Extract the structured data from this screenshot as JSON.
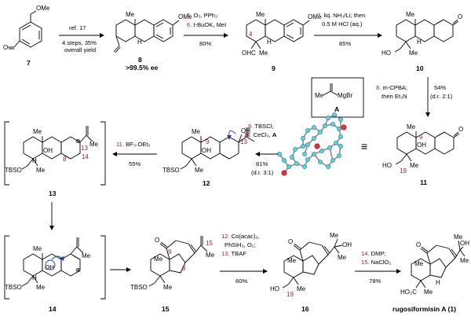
{
  "compounds": {
    "c7": {
      "label": "7"
    },
    "c8": {
      "label": "8",
      "note": ">99.5% ee"
    },
    "c9": {
      "label": "9"
    },
    "c10": {
      "label": "10"
    },
    "c11": {
      "label": "11"
    },
    "c12": {
      "label": "12"
    },
    "c13": {
      "label": "13"
    },
    "c14": {
      "label": "14"
    },
    "c15": {
      "label": "15"
    },
    "c16": {
      "label": "16"
    },
    "product": {
      "name": "rugosiformisin A (",
      "num": "1",
      "close": ")"
    }
  },
  "atoms": {
    "ome": "OMe",
    "o": "O",
    "me": "Me",
    "h": "H",
    "oh": "OH",
    "ohc": "OHC",
    "tbso": "TBSO",
    "ho": "HO",
    "ho2c": "HO₂C",
    "mgbr": "MgBr",
    "plus": "⊕"
  },
  "numbers": {
    "n4": "4",
    "n19": "19",
    "n9": "9",
    "n13": "13",
    "n14": "14",
    "n8": "8",
    "n15": "15"
  },
  "reagent_box": {
    "formula": "MgBr",
    "label": "A",
    "methyl": "Me"
  },
  "steps": {
    "s1": {
      "ref": "ref. 17",
      "detail": "4 steps, 35%",
      "detail2": "overall yield"
    },
    "s2": {
      "n5": "5.",
      "r5": " O₃, PPh₃",
      "n6": "6.",
      "r6": " t-BuOK, MeI",
      "yield": "80%"
    },
    "s3": {
      "n7": "7.",
      "r7": " liq. NH₃/Li; then",
      "r7b": "0.5 M HCl (aq.)",
      "yield": "85%"
    },
    "s4": {
      "n8": "8.",
      "r8": " m-CPBA;",
      "r8b": "then Et₃N",
      "yield": "54%",
      "dr": "(d.r. 2:1)"
    },
    "s5": {
      "n9": "9.",
      "r9": " TBSCl;",
      "n10": "10.",
      "r10": " CeCl₃, ",
      "r10b": "A",
      "yield": "81%",
      "dr": "(d.r. 3:1)"
    },
    "s6": {
      "n11": "11.",
      "r11": " BF₃·OEt₂",
      "yield": "55%"
    },
    "s7": {
      "n12": "12.",
      "r12": " Co(acac)₂,",
      "r12b": "PhSiH₃, O₂;",
      "n13": "13.",
      "r13": " TBAF",
      "yield": "60%"
    },
    "s8": {
      "n14": "14.",
      "r14": " DMP;",
      "n15": "15.",
      "r15": " NaClO₂",
      "yield": "78%"
    }
  },
  "equivalence": "≡",
  "colors": {
    "step_number": "#9a1d1d",
    "arrow_push": "#1f3fa8",
    "crystal_c": "#5cd6e6",
    "crystal_o": "#e8333b",
    "crystal_bond": "#8a8a8a"
  }
}
